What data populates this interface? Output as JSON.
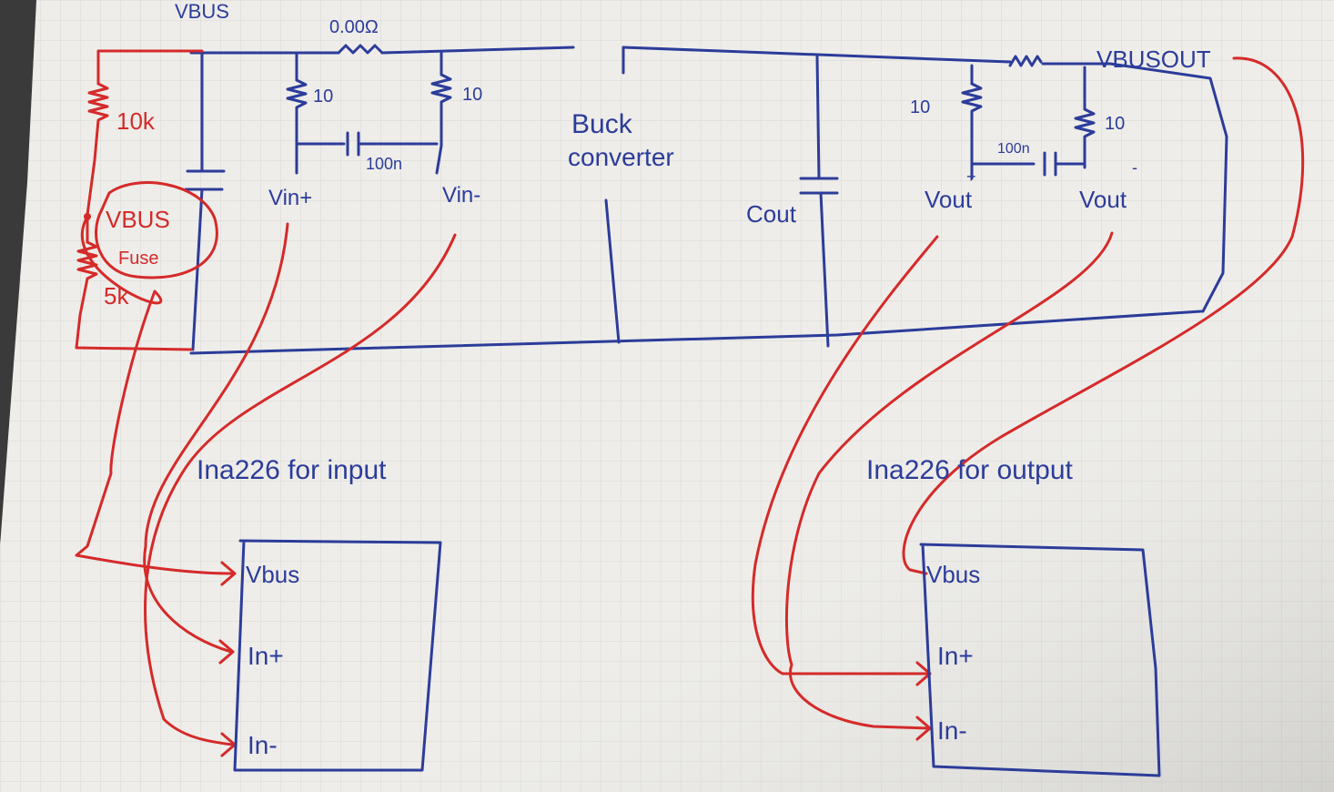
{
  "labels": {
    "vbus": "VBUS",
    "shunt_in": "0.00Ω",
    "r_in_plus": "10",
    "r_in_minus": "10",
    "cap_in": "100n",
    "vin_plus": "Vin+",
    "vin_minus": "Vin-",
    "buck_line1": "Buck",
    "buck_line2": "converter",
    "cout": "Cout",
    "vbus_out": "VBUSOUT",
    "r_out_left": "10",
    "r_out_right": "10",
    "cap_out": "100n",
    "vout_plus": "Vout",
    "vout_minus": "Vout",
    "r_div_top": "10k",
    "r_div_bottom": "5k",
    "vbus_fuse_1": "VBUS",
    "vbus_fuse_2": "Fuse"
  },
  "ina_input": {
    "title": "Ina226 for input",
    "pins": [
      "Vbus",
      "In+",
      "In-"
    ]
  },
  "ina_output": {
    "title": "Ina226 for output",
    "pins": [
      "Vbus",
      "In+",
      "In-"
    ]
  },
  "colors": {
    "paper": "#eeede9",
    "grid": "#d9d8d3",
    "ink_blue": "#2c3c9a",
    "ink_red": "#d52a2a"
  }
}
